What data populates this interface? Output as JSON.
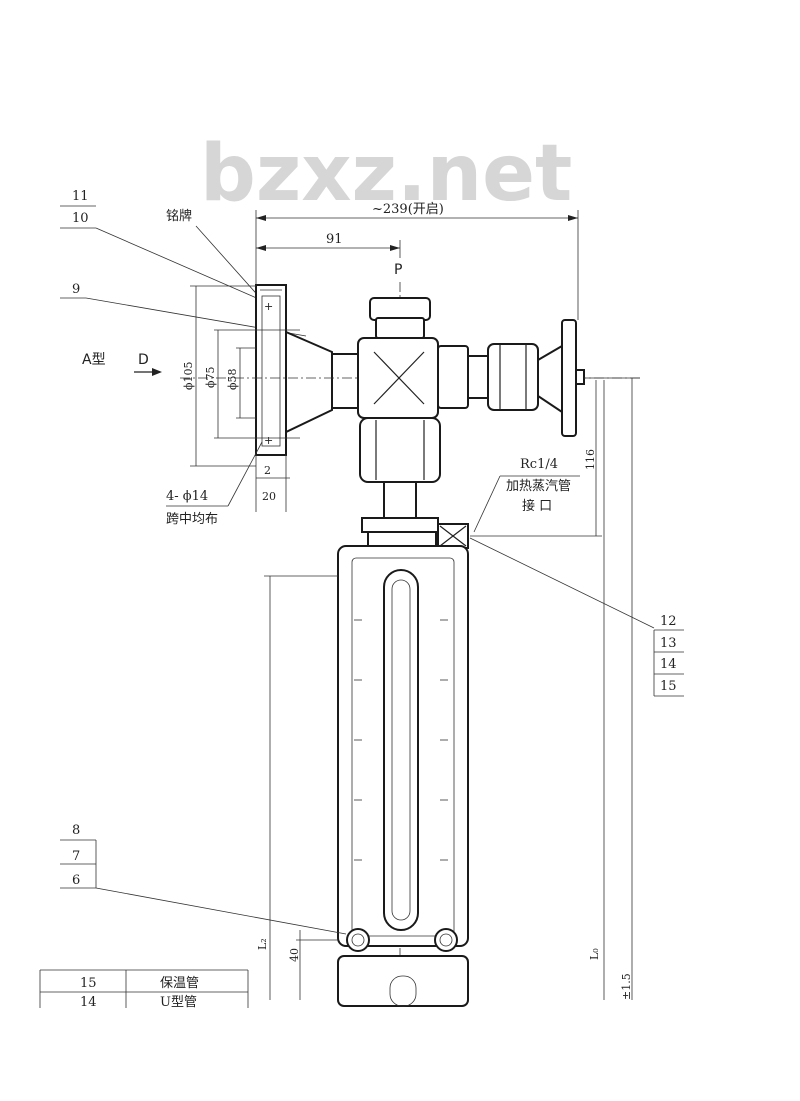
{
  "watermark": "bzxz.net",
  "dimensions": {
    "total_length": "~239(开启)",
    "offset_91": "91",
    "phi105": "ϕ105",
    "phi75": "ϕ75",
    "phi58": "ϕ58",
    "dim_2": "2",
    "dim_20": "20",
    "dim_116": "116",
    "dim_40": "40",
    "L2": "L₂",
    "L0": "L₀",
    "tolerance": "±1.5"
  },
  "labels": {
    "nameplate": "铭牌",
    "type_a": "A型",
    "view_d": "D",
    "point_p": "P",
    "holes": "4- ϕ14",
    "holes_note": "跨中均布",
    "thread": "Rc1/4",
    "steam_port_1": "加热蒸汽管",
    "steam_port_2": "接  口"
  },
  "callouts": {
    "left_top": [
      "11",
      "10"
    ],
    "left_mid": "9",
    "right_group": [
      "12",
      "13",
      "14",
      "15"
    ],
    "left_bottom": [
      "8",
      "7",
      "6"
    ]
  },
  "parts_table": [
    {
      "no": "15",
      "name": "保温管"
    },
    {
      "no": "14",
      "name": "U型管"
    }
  ]
}
